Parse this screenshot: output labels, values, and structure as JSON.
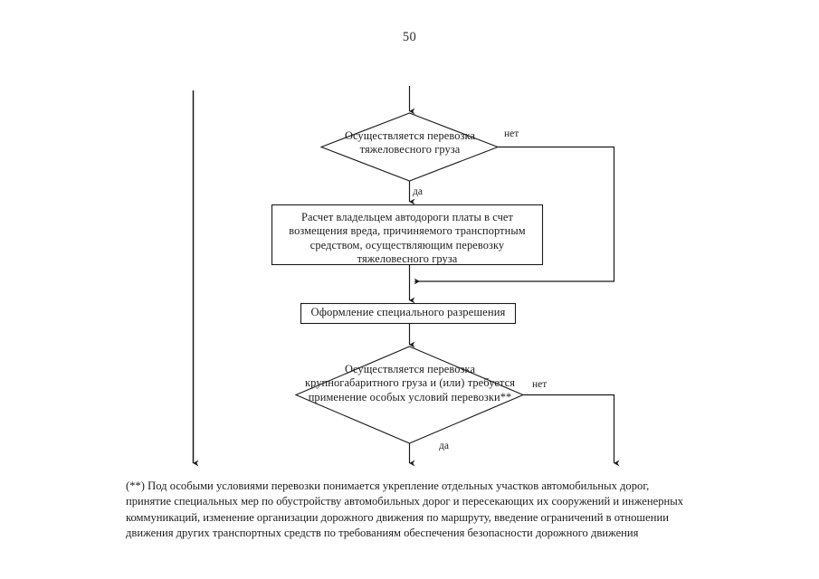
{
  "document": {
    "page_number": "50"
  },
  "flowchart": {
    "nodes": [
      {
        "id": "decision1",
        "type": "decision",
        "text": "Осуществляется перевозка тяжеловесного груза"
      },
      {
        "id": "process1",
        "type": "process",
        "text": "Расчет владельцем автодороги платы в счет возмещения вреда, причиняемого транспортным средством, осуществляющим перевозку тяжеловесного груза"
      },
      {
        "id": "process2",
        "type": "process",
        "text": "Оформление специального разрешения"
      },
      {
        "id": "decision2",
        "type": "decision",
        "text": "Осуществляется перевозка крупногабаритного груза и (или) требуется применение особых условий перевозки**"
      }
    ],
    "edge_labels": {
      "yes_1": "да",
      "no_1": "нет",
      "yes_2": "да",
      "no_2": "нет"
    },
    "line_color": "#1a1a1a"
  },
  "footnote": {
    "lines": [
      "(**) Под особыми условиями перевозки понимается укрепление отдельных участков автомобильных дорог,",
      "принятие специальных мер по обустройству автомобильных дорог и пересекающих их сооружений и инженерных",
      "коммуникаций, изменение организации дорожного движения по маршруту, введение ограничений в отношении",
      "движения других транспортных средств по требованиям обеспечения безопасности дорожного движения"
    ]
  }
}
